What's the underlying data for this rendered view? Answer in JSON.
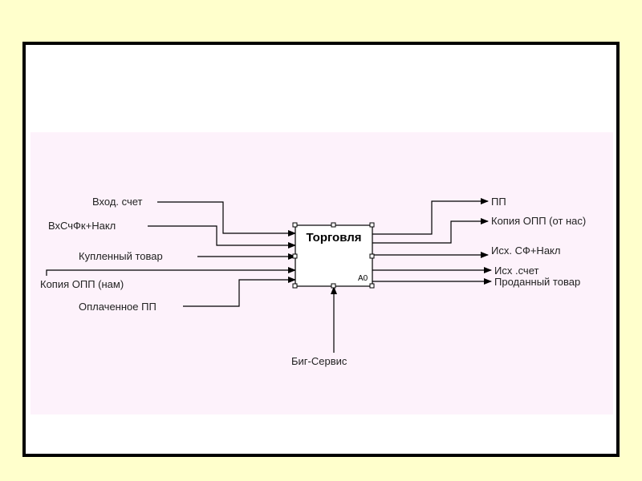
{
  "diagram": {
    "box": {
      "title": "Торговля",
      "number": "A0"
    },
    "inputs": [
      "Вход. счет",
      "ВхСчФк+Накл",
      "Купленный товар",
      "Копия ОПП (нам)",
      "Оплаченное ПП"
    ],
    "mechanism": "Биг-Сервис",
    "outputs": [
      "ПП",
      "Копия ОПП (от нас)",
      "Исх. СФ+Накл",
      "Исх .счет",
      "Проданный товар"
    ]
  },
  "colors": {
    "page_background": "#ffffcc",
    "frame_border": "#000000",
    "diagram_band": "#fdf2fb",
    "line": "#000000"
  }
}
